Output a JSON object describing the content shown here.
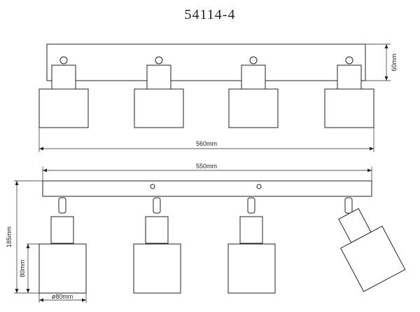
{
  "title": "54114-4",
  "dimensions": {
    "plate_height": "60mm",
    "overall_width": "560mm",
    "bar_length": "550mm",
    "overall_height": "185mm",
    "shade_height": "80mm",
    "shade_diameter": "ø80mm"
  }
}
